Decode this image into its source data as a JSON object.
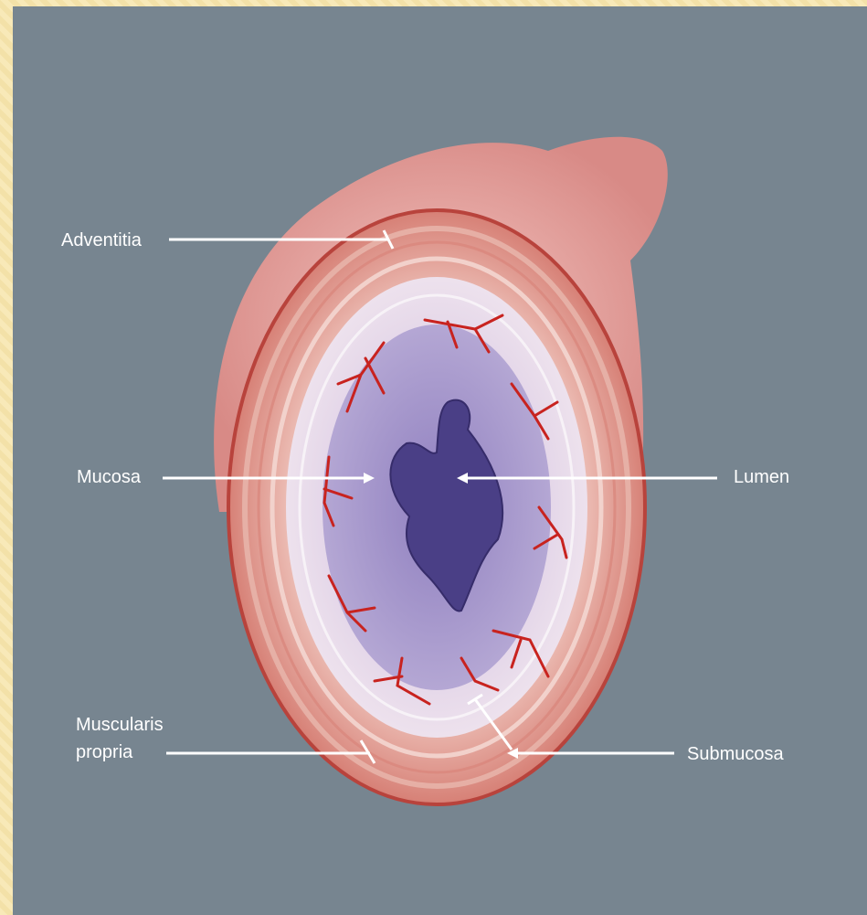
{
  "labels": {
    "adventitia": "Adventitia",
    "mucosa": "Mucosa",
    "lumen": "Lumen",
    "muscularis": "Muscularis propria",
    "submucosa": "Submucosa"
  },
  "colors": {
    "frame": "#f7e7b4",
    "background": "#778590",
    "outer_wall": "#e9a7a7",
    "muscle": "#d97b72",
    "submucosa": "#e8d8e6",
    "mucosa": "#a99ac9",
    "lumen": "#4a3f86",
    "vessels": "#c8231f",
    "leader_lines": "#ffffff"
  }
}
